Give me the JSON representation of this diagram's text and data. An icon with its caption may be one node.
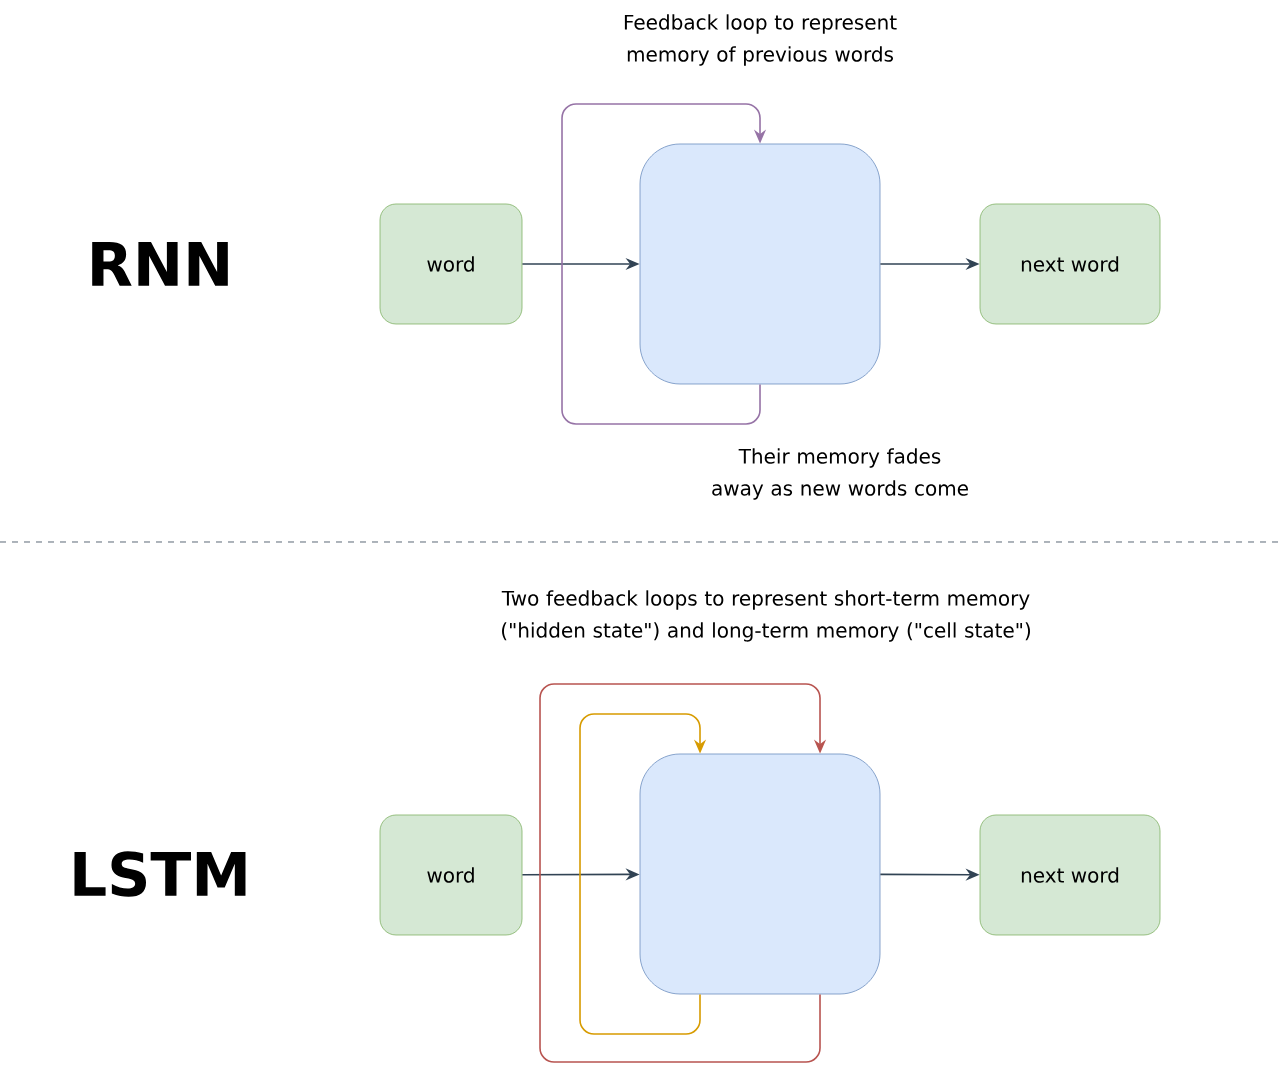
{
  "diagram": {
    "nodes": [
      {
        "text": [
          "word"
        ]
      },
      {
        "text": [],
        "shape": "box"
      },
      {
        "text": [
          "next word"
        ]
      },
      {
        "text": [
          "word"
        ]
      },
      {
        "text": [],
        "shape": "box"
      },
      {
        "text": [
          "next word"
        ]
      }
    ],
    "edges": [
      {
        "from": 0,
        "to": 1,
        "arrow": "to"
      },
      {
        "from": 1,
        "to": 2,
        "arrow": "to"
      },
      {
        "from": 1,
        "to": 1,
        "arrow": "to",
        "color": "#9673a6"
      },
      {
        "from": 3,
        "to": 4,
        "arrow": "to"
      },
      {
        "from": 4,
        "to": 5,
        "arrow": "to"
      },
      {
        "from": 4,
        "to": 4,
        "arrow": "to",
        "color": "#d79b00"
      },
      {
        "from": 4,
        "to": 4,
        "arrow": "to",
        "color": "#b85450"
      }
    ],
    "labels": [
      "Feedback loop to represent memory of previous words",
      "RNN",
      "Their memory fades away as new words come",
      "Two feedback loops to represent short-term memory (\"hidden state\") and long-term memory (\"cell state\")",
      "LSTM"
    ]
  }
}
